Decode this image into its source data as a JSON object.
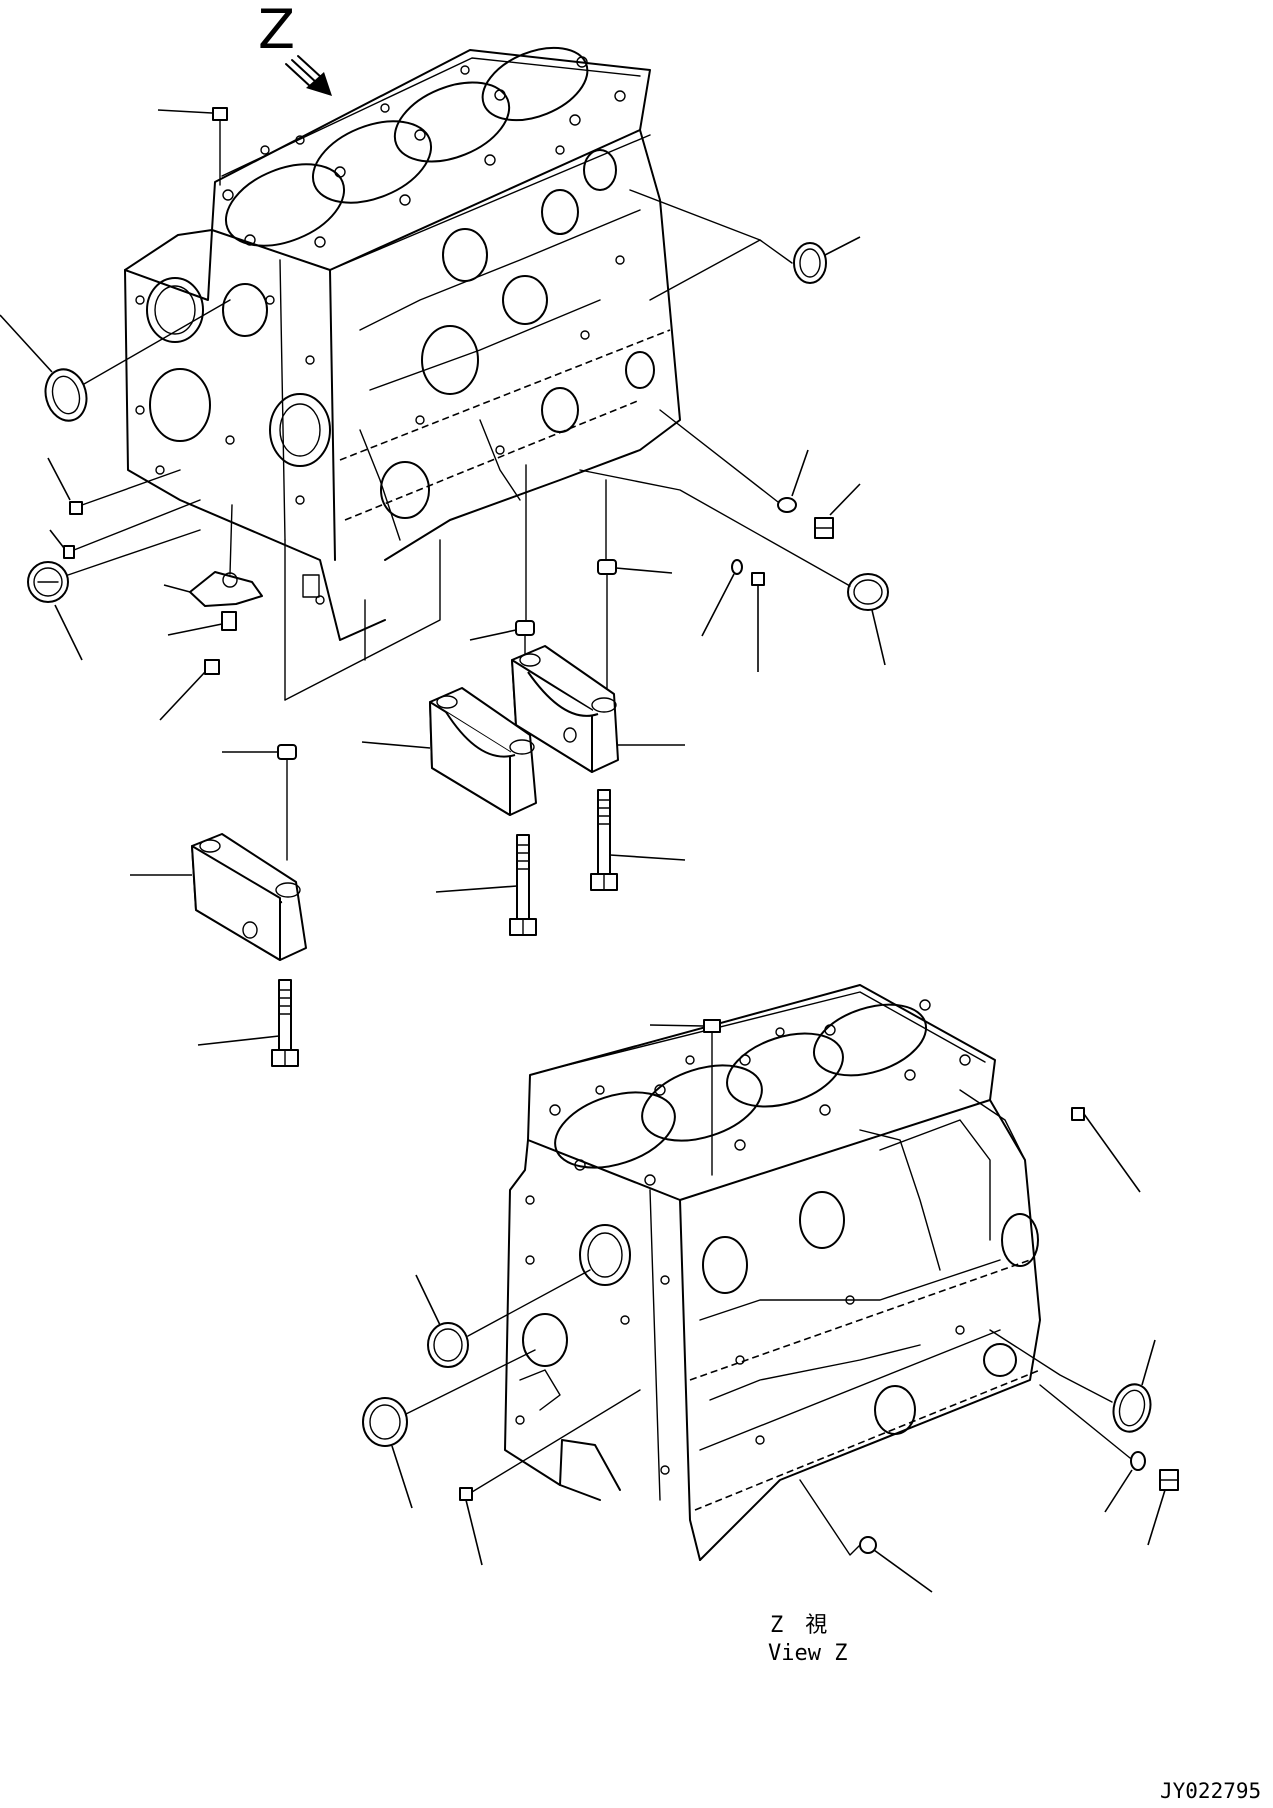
{
  "view_letter": "Z",
  "view_caption_jp": "Z　視",
  "view_caption_en": "View Z",
  "drawing_number": "JY022795"
}
